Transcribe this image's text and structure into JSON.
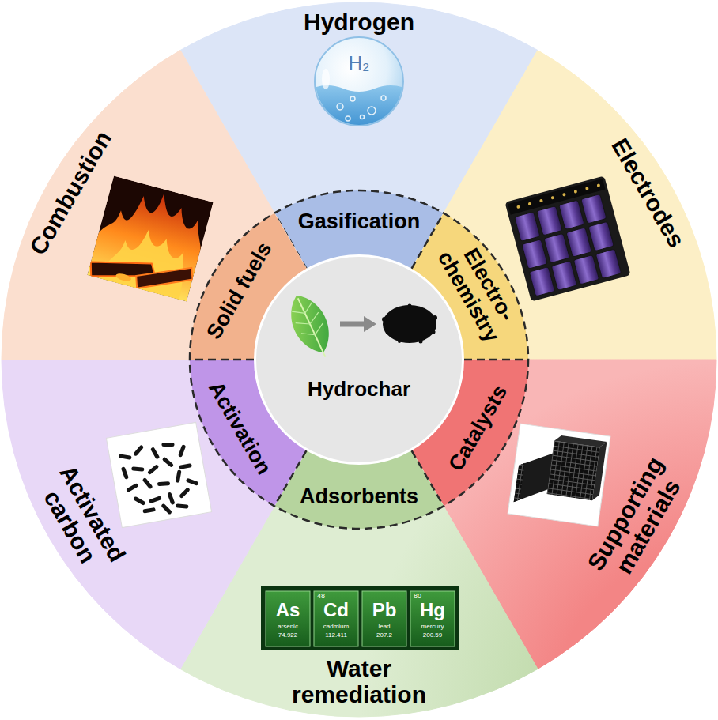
{
  "diagram": {
    "nodes": [
      {
        "text": [
          "Hydrogen"
        ]
      },
      {
        "text": [
          "Electrodes"
        ]
      },
      {
        "text": [
          "Supporting materials"
        ]
      },
      {
        "text": [
          "Water remediation"
        ]
      },
      {
        "text": [
          "Activated carbon"
        ]
      },
      {
        "text": [
          "Combustion"
        ]
      },
      {
        "text": [
          "Gasification"
        ],
        "in": 0
      },
      {
        "text": [
          "Electro- chemistry"
        ],
        "in": 1
      },
      {
        "text": [
          "Catalysts"
        ],
        "in": 2
      },
      {
        "text": [
          "Adsorbents"
        ],
        "in": 3
      },
      {
        "text": [
          "Activation"
        ],
        "in": 4
      },
      {
        "text": [
          "Solid fuels"
        ],
        "in": 5
      },
      {
        "text": [
          "Hydrochar"
        ]
      }
    ],
    "labels": [
      "H₂",
      "As",
      "arsenic",
      "74.922",
      "48",
      "Cd",
      "cadmium",
      "112.411",
      "Pb",
      "lead",
      "207.2",
      "80",
      "Hg",
      "mercury",
      "200.59"
    ]
  }
}
